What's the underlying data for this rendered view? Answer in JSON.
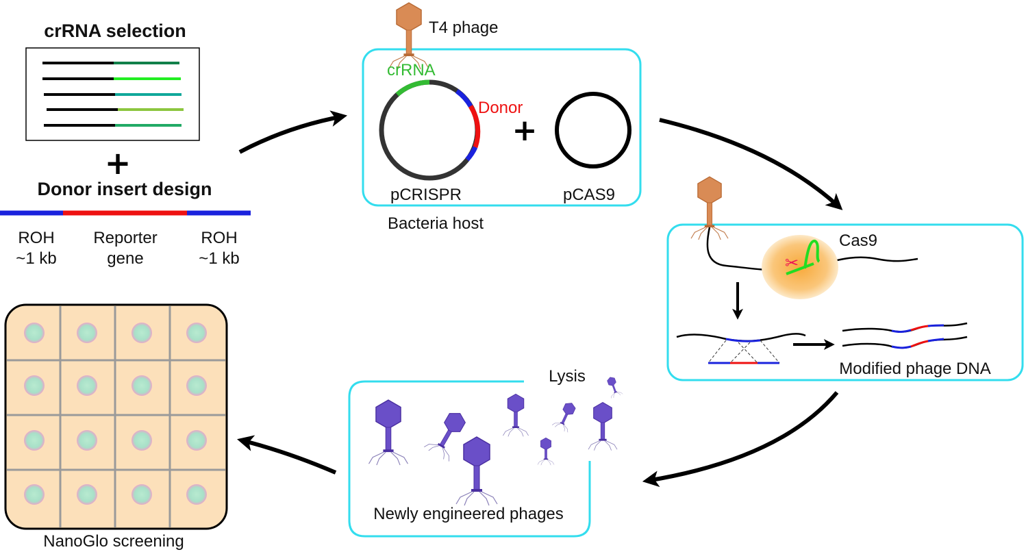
{
  "crrna_panel": {
    "title": "crRNA selection",
    "line_colors": [
      "#11804a",
      "#22ee22",
      "#10a89a",
      "#8cc63f",
      "#22aa66"
    ]
  },
  "donor_panel": {
    "title": "Donor insert design",
    "left_label_1": "ROH",
    "left_label_2": "~1 kb",
    "middle_label_1": "Reporter",
    "middle_label_2": "gene",
    "right_label_1": "ROH",
    "right_label_2": "~1 kb"
  },
  "host_panel": {
    "phage_label": "T4 phage",
    "crrna_label": "crRNA",
    "donor_label": "Donor",
    "pcrispr_label": "pCRISPR",
    "pcas9_label": "pCAS9",
    "caption": "Bacteria host"
  },
  "cas9_panel": {
    "cas9_label": "Cas9",
    "modified_label": "Modified phage DNA"
  },
  "lysis_panel": {
    "lysis_label": "Lysis",
    "caption": "Newly engineered phages"
  },
  "screening_panel": {
    "caption": "NanoGlo screening"
  },
  "colors": {
    "box_border": "#33ddee",
    "phage_orange": "#d98b55",
    "phage_purple": "#6a4fc8",
    "donor_red": "#ee1111",
    "arm_blue": "#1a22dd",
    "crrna_green": "#33bb33",
    "plate_fill": "#fce0ba"
  }
}
